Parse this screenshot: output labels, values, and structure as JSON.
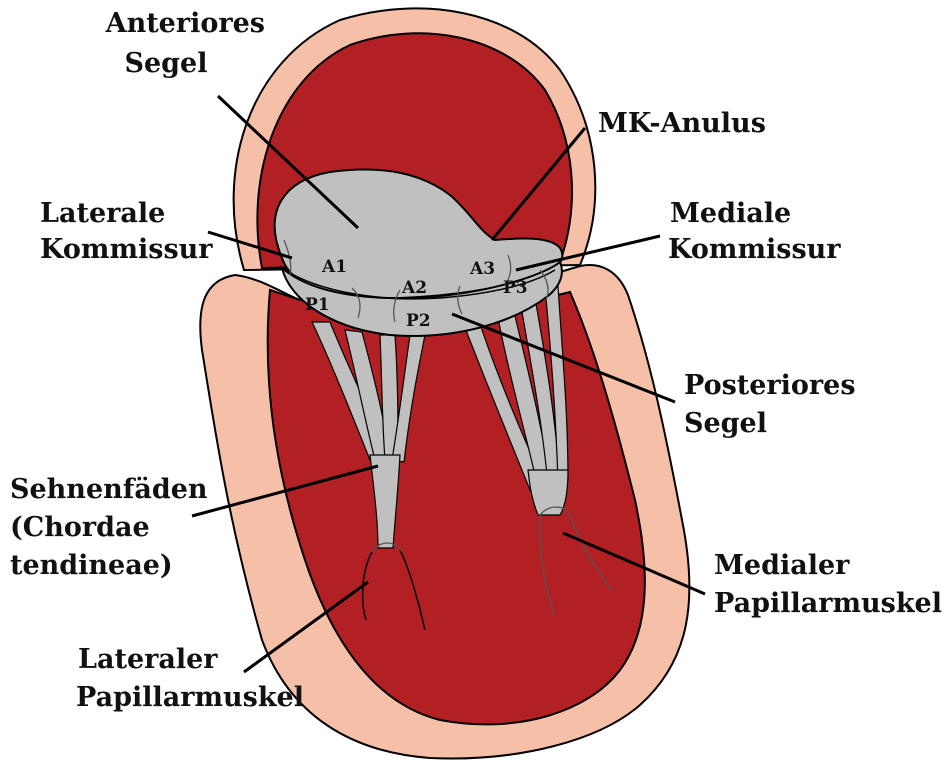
{
  "colors": {
    "wall": "#f5bfa8",
    "cavity": "#b22024",
    "valve": "#c0c0c0",
    "outline": "#000000",
    "text": "#111111"
  },
  "labels": {
    "anteriores_segel": [
      "Anteriores",
      "Segel"
    ],
    "mk_anulus": [
      "MK-Anulus"
    ],
    "laterale_kommissur": [
      "Laterale",
      "Kommissur"
    ],
    "mediale_kommissur": [
      "Mediale",
      "Kommissur"
    ],
    "posteriores_segel": [
      "Posteriores",
      "Segel"
    ],
    "sehnenfaeden": [
      "Sehnenfäden",
      "(Chordae",
      "tendineae)"
    ],
    "medialer_papillarmuskel": [
      "Medialer",
      "Papillarmuskel"
    ],
    "lateraler_papillarmuskel": [
      "Lateraler",
      "Papillarmuskel"
    ]
  },
  "segments": {
    "a1": "A1",
    "a2": "A2",
    "a3": "A3",
    "p1": "P1",
    "p2": "P2",
    "p3": "P3"
  }
}
